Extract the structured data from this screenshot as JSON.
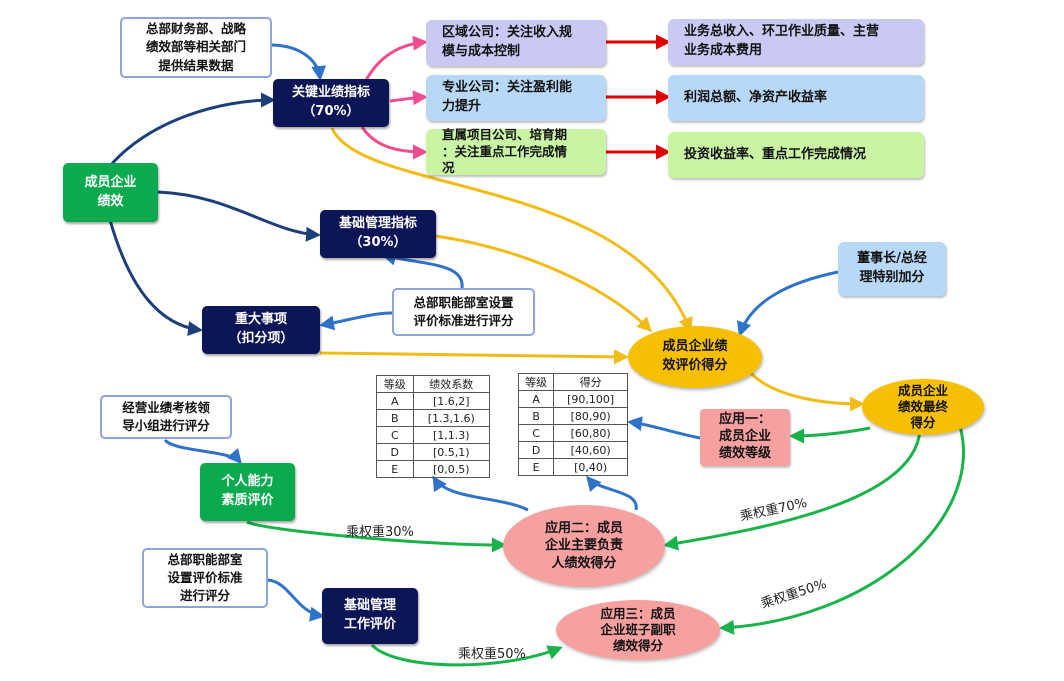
{
  "nodes": {
    "member_perf": "成员企业\n绩效",
    "key_indicator": "关键业绩指标\n（70%）",
    "basic_indicator": "基础管理指标\n（30%）",
    "major_items": "重大事项\n（扣分项）",
    "hq_finance": "总部财务部、战略\n绩效部等相关部门\n提供结果数据",
    "hq_function_eval": "总部职能部室设置\n评价标准进行评分",
    "regional": "区域公司：关注收入规\n模与成本控制",
    "professional": "专业公司：关注盈利能\n力提升",
    "direct": "直属项目公司、培育期\n：关注重点工作完成情\n况",
    "regional_kpi": "业务总收入、环卫作业质量、主营\n业务成本费用",
    "professional_kpi": "利润总额、净资产收益率",
    "direct_kpi": "投资收益率、重点工作完成情况",
    "chairman_bonus": "董事长/总经\n理特别加分",
    "eval_score": "成员企业绩\n效评价得分",
    "final_score": "成员企业\n绩效最终\n得分",
    "app1": "应用一：\n成员企业\n绩效等级",
    "app2": "应用二：成员\n企业主要负责\n人绩效得分",
    "app3": "应用三：成员\n企业班子副职\n绩效得分",
    "biz_group": "经营业绩考核领\n导小组进行评分",
    "personal_ability": "个人能力\n素质评价",
    "hq_function_std": "总部职能部室\n设置评价标准\n进行评分",
    "basic_mgmt_eval": "基础管理\n工作评价"
  },
  "weights": {
    "w30": "乘权重30%",
    "w70": "乘权重70%",
    "w50a": "乘权重50%",
    "w50b": "乘权重50%"
  },
  "table_coef": {
    "headers": [
      "等级",
      "绩效系数"
    ],
    "rows": [
      [
        "A",
        "[1.6,2]"
      ],
      [
        "B",
        "[1.3,1.6)"
      ],
      [
        "C",
        "[1,1.3)"
      ],
      [
        "D",
        "[0.5,1)"
      ],
      [
        "E",
        "[0,0.5)"
      ]
    ]
  },
  "table_score": {
    "headers": [
      "等级",
      "得分"
    ],
    "rows": [
      [
        "A",
        "[90,100]"
      ],
      [
        "B",
        "[80,90)"
      ],
      [
        "C",
        "[60,80)"
      ],
      [
        "D",
        "[40,60)"
      ],
      [
        "E",
        "[0,40)"
      ]
    ]
  },
  "colors": {
    "navy": "#0c1555",
    "dark_green": "#0caa4e",
    "orange": "#f7bf02",
    "pink": "#f6a09f",
    "lavender": "#c9c9f4",
    "light_blue": "#b7d8f6",
    "light_green": "#c8f4a4",
    "arrow_navy": "#1c3f7a",
    "arrow_blue": "#2f73c8",
    "arrow_pink": "#f04c90",
    "arrow_red": "#e00000",
    "arrow_gold": "#f2bc18",
    "arrow_green": "#1ab24a"
  }
}
